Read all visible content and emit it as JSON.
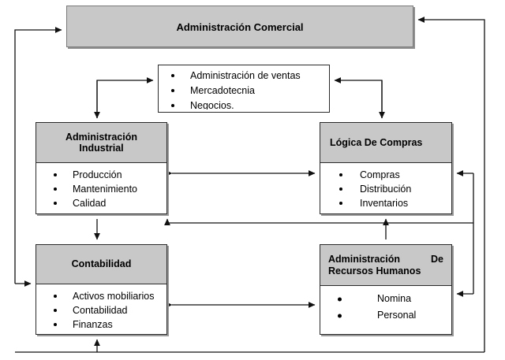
{
  "diagram": {
    "title_box": {
      "label": "Administración Comercial"
    },
    "ventas_box": {
      "items": [
        "Administración de ventas",
        "Mercadotecnia",
        "Negocios."
      ]
    },
    "industrial_box": {
      "header_line1": "Administración",
      "header_line2": "Industrial",
      "items": [
        "Producción",
        "Mantenimiento",
        "Calidad"
      ]
    },
    "compras_box": {
      "header_line1": "Lógica De Compras",
      "items": [
        "Compras",
        "Distribución",
        "Inventarios"
      ]
    },
    "contabilidad_box": {
      "header_line1": "Contabilidad",
      "items": [
        "Activos mobiliarios",
        "Contabilidad",
        "Finanzas"
      ]
    },
    "rrhh_box": {
      "header_line1_left": "Administración",
      "header_line1_right": "De",
      "header_line2": "Recursos Humanos",
      "items": [
        "Nomina",
        "Personal"
      ]
    },
    "colors": {
      "header_fill": "#c8c8c8",
      "border": "#2a2a2a",
      "connector": "#1a1a1a",
      "background": "#ffffff"
    }
  }
}
